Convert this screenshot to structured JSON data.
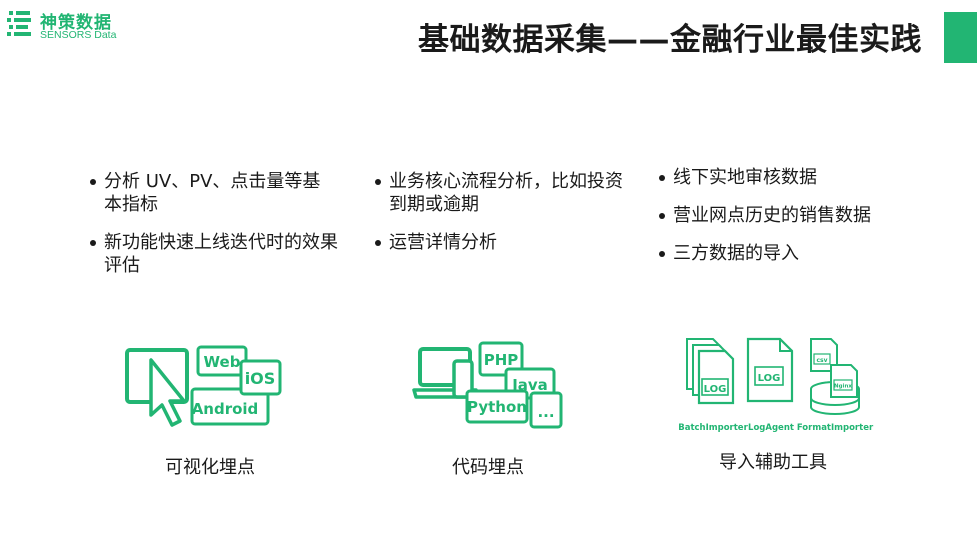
{
  "brand": {
    "name_cn": "神策数据",
    "name_en": "SENSORS Data",
    "accent_color": "#22b573"
  },
  "title": "基础数据采集——金融行业最佳实践",
  "columns": [
    {
      "items": [
        "分析 UV、PV、点击量等基本指标",
        "新功能快速上线迭代时的效果评估"
      ]
    },
    {
      "items": [
        "业务核心流程分析，比如投资到期或逾期",
        "运营详情分析"
      ]
    },
    {
      "items": [
        "线下实地审核数据",
        "营业网点历史的销售数据",
        "三方数据的导入"
      ]
    }
  ],
  "methods": {
    "visual": {
      "caption": "可视化埋点",
      "icon": "cursor-screen-icon",
      "tags": [
        "Web",
        "iOS",
        "Android"
      ]
    },
    "code": {
      "caption": "代码埋点",
      "icon": "devices-icon",
      "tags": [
        "PHP",
        "Java",
        "Python",
        "..."
      ]
    },
    "import": {
      "caption": "导入辅助工具",
      "icon": "log-files-icon",
      "file_labels": [
        "LOG",
        "LOG",
        "csv",
        "Nginx"
      ],
      "tools": [
        "BatchImporter",
        "LogAgent",
        "FormatImporter"
      ]
    }
  }
}
